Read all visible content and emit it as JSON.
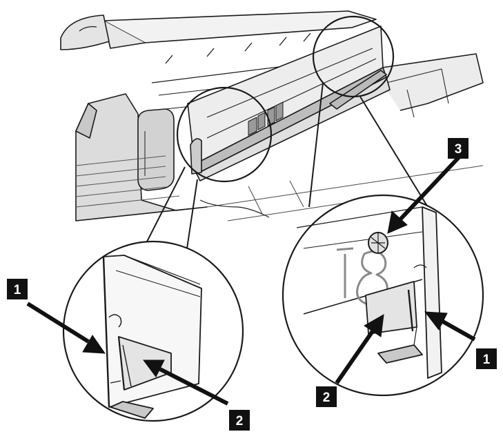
{
  "callouts": {
    "left_1": "1",
    "left_2": "2",
    "right_1": "1",
    "right_2": "2",
    "right_3": "3"
  },
  "colors": {
    "line": "#1a1a1a",
    "shade": "#dedede",
    "light_shade": "#efefef",
    "callout_box": "#111111",
    "callout_text": "#ffffff"
  }
}
